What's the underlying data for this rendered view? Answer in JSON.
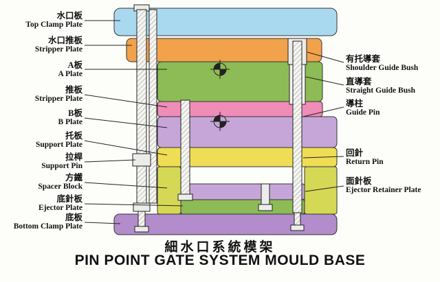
{
  "title": {
    "zh": "細水口系統模架",
    "en": "PIN POINT GATE SYSTEM MOULD BASE"
  },
  "labels_left": [
    {
      "zh": "水口板",
      "en": "Top Clamp Plate"
    },
    {
      "zh": "水口推板",
      "en": "Stripper Plate"
    },
    {
      "zh": "A板",
      "en": "A Plate"
    },
    {
      "zh": "推板",
      "en": "Stripper Plate"
    },
    {
      "zh": "B板",
      "en": "B Plate"
    },
    {
      "zh": "托板",
      "en": "Support Plate"
    },
    {
      "zh": "拉桿",
      "en": "Support Pin"
    },
    {
      "zh": "方鐵",
      "en": "Spacer Block"
    },
    {
      "zh": "底針板",
      "en": "Ejector Plate"
    },
    {
      "zh": "底板",
      "en": "Bottom Clamp Plate"
    }
  ],
  "labels_right": [
    {
      "zh": "有托導套",
      "en": "Shoulder Guide Bush"
    },
    {
      "zh": "直導套",
      "en": "Straight Guide Bush"
    },
    {
      "zh": "導柱",
      "en": "Guide Pin"
    },
    {
      "zh": "回針",
      "en": "Return Pin"
    },
    {
      "zh": "面針板",
      "en": "Ejector Retainer Plate"
    }
  ],
  "colors": {
    "top_clamp_plate": "#a9d9ef",
    "stripper_plate_top": "#f2a24b",
    "a_plate": "#8dbb55",
    "stripper_plate": "#f08cb8",
    "b_plate": "#c6a6d8",
    "support_plate": "#eedd55",
    "spacer_block": "#d4d855",
    "ejector_retainer_plate": "#c6a6d8",
    "ejector_plate": "#8dbb55",
    "bottom_clamp_plate": "#b28ccb"
  }
}
